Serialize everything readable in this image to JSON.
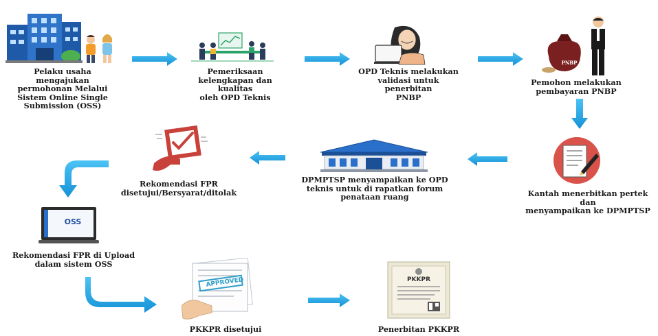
{
  "steps": {
    "s1": "Pelaku usaha\nmengajukan\npermohonan Melalui\nSistem Online Single\nSubmission (OSS)",
    "s2": "Pemeriksaan\nkelengkapan dan kualitas\noleh OPD Teknis",
    "s3": "OPD Teknis melakukan\nvalidasi untuk penerbitan\nPNBP",
    "s4": "Pemohon melakukan\npembayaran PNBP",
    "s5": "Kantah menerbitkan pertek dan\nmenyampaikan ke DPMPTSP",
    "s6": "DPMPTSP menyampaikan ke OPD\nteknis untuk di rapatkan forum\npenataan ruang",
    "s7": "Rekomendasi FPR\ndisetujui/Bersyarat/ditolak",
    "s8": "Rekomendasi FPR di Upload\ndalam sistem OSS",
    "s9": "PKKPR disetujui",
    "s10": "Penerbitan PKKPR"
  },
  "illustration_text": {
    "pnbp_bag": "PNBP",
    "oss_logo": "OSS",
    "approved_stamp": "APPROVED",
    "certificate_title": "PKKPR"
  },
  "colors": {
    "arrow": "#1ba1e2",
    "arrow_dark": "#0f7fc0",
    "building_blue": "#2a6fc9",
    "doc_red": "#c8413a"
  }
}
